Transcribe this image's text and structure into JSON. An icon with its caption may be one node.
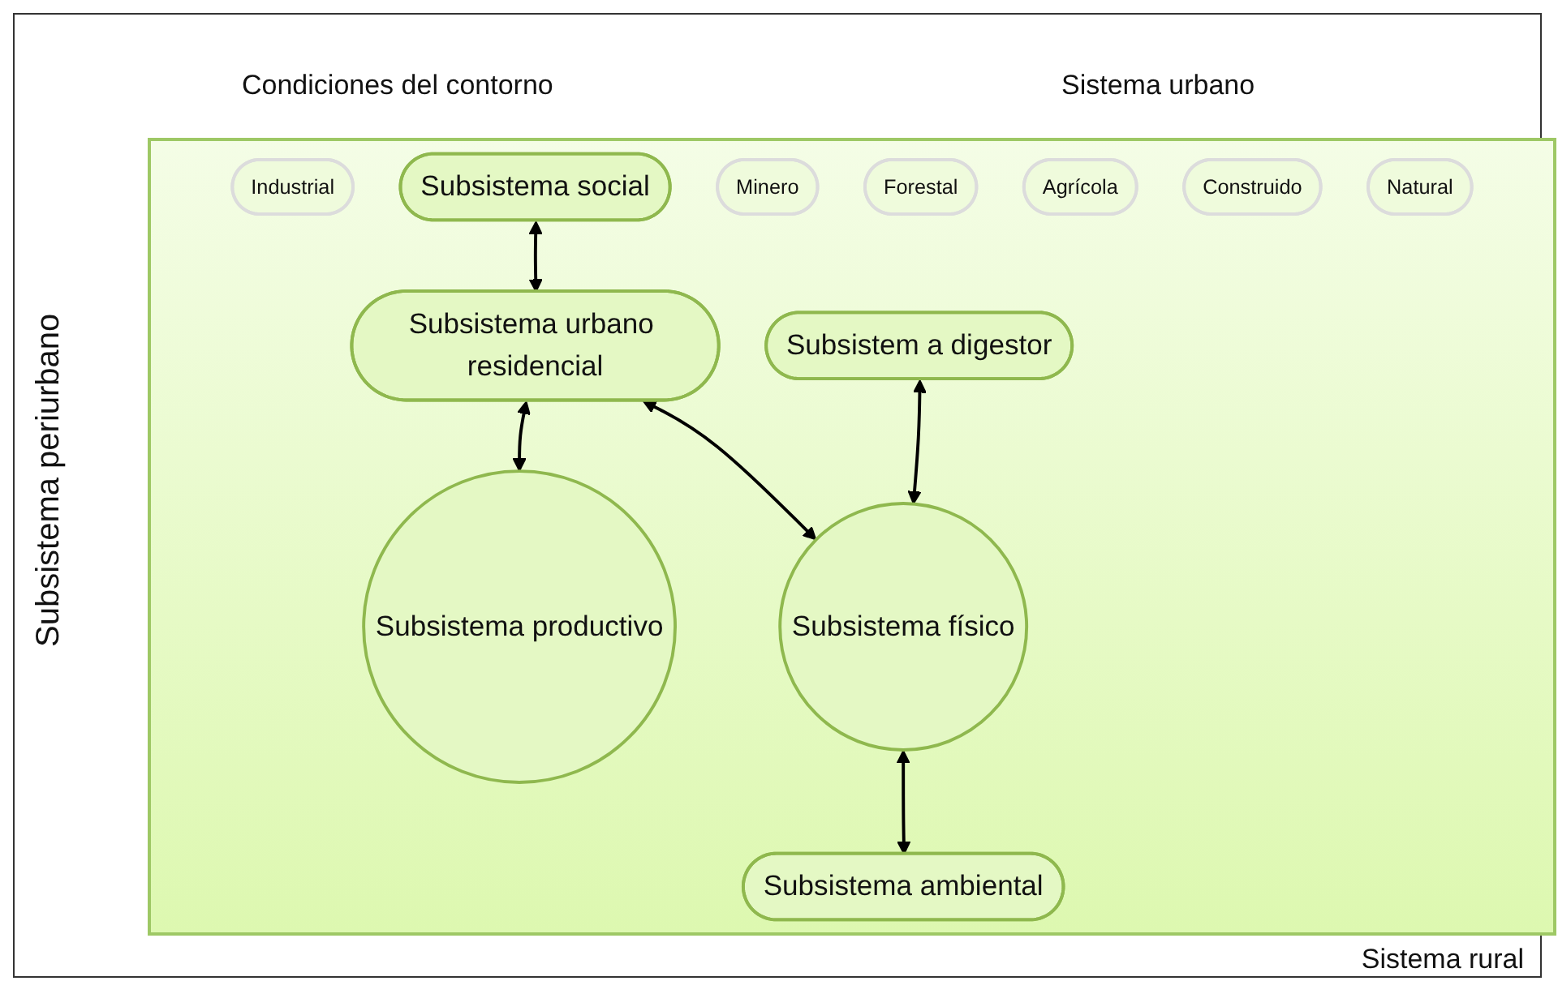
{
  "diagram": {
    "nodes": [
      {
        "text": [
          "Subsistema urbano residencial"
        ]
      },
      {
        "text": [
          "Industrial"
        ]
      },
      {
        "text": [
          "Subsistema social"
        ]
      },
      {
        "text": [
          "Minero"
        ]
      },
      {
        "text": [
          "Subsistema productivo"
        ]
      },
      {
        "text": [
          "Forestal"
        ]
      },
      {
        "text": [
          "Agrícola"
        ]
      },
      {
        "text": [
          "Construido"
        ]
      },
      {
        "text": [
          "Subsistem a digestor"
        ]
      },
      {
        "text": [
          "Subsistema físico"
        ]
      },
      {
        "text": [
          "Subsistema ambiental"
        ]
      },
      {
        "text": [
          "Natural"
        ]
      }
    ],
    "edges": [
      {
        "from": 2,
        "to": 0,
        "arrow": "both"
      },
      {
        "from": 0,
        "to": 4,
        "arrow": "both"
      },
      {
        "from": 0,
        "to": 9,
        "arrow": "both"
      },
      {
        "from": 8,
        "to": 9,
        "arrow": "both"
      },
      {
        "from": 9,
        "to": 10,
        "arrow": "both"
      }
    ],
    "labels": [
      "Condiciones del contorno",
      "Sistema urbano",
      "Subsistema periurbano",
      "Sistema rural"
    ]
  }
}
